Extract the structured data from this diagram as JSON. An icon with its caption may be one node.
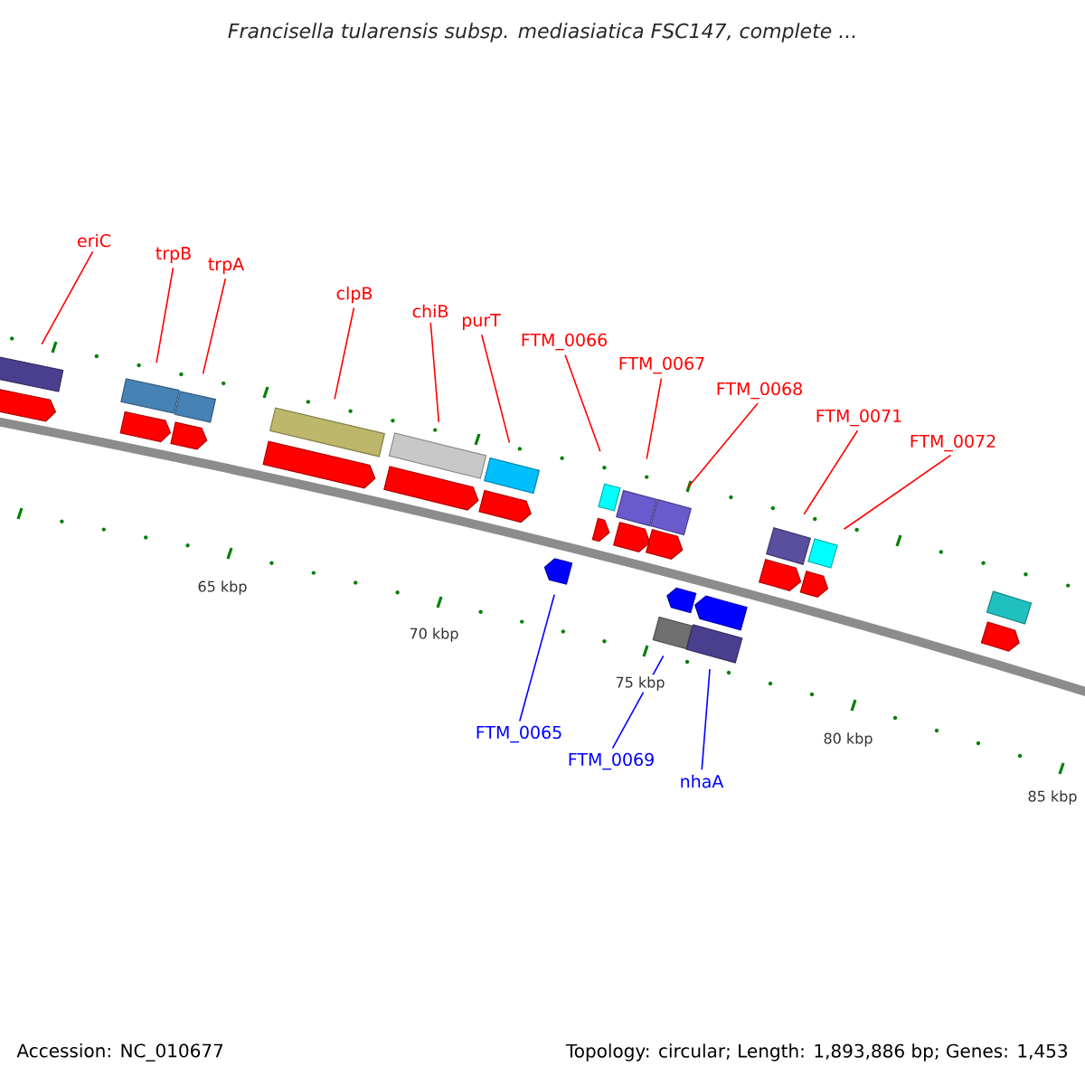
{
  "diagram": {
    "title": "Francisella tularensis subsp. mediasiatica FSC147, complete ...",
    "nodes": [
      {
        "text": [
          "eriC"
        ]
      },
      {
        "text": [
          "trpB"
        ]
      },
      {
        "text": [
          "trpA"
        ]
      },
      {
        "text": [
          "clpB"
        ]
      },
      {
        "text": [
          "chiB"
        ]
      },
      {
        "text": [
          "purT"
        ]
      },
      {
        "text": [
          "FTM_0066"
        ]
      },
      {
        "text": [
          "FTM_0067"
        ]
      },
      {
        "text": [
          "FTM_0068"
        ]
      },
      {
        "text": [
          "FTM_0071"
        ]
      },
      {
        "text": [
          "FTM_0072"
        ]
      },
      {
        "text": [
          "FTM_0065"
        ]
      },
      {
        "text": [
          "FTM_0069"
        ]
      },
      {
        "text": [
          "nhaA"
        ]
      },
      {
        "text": [],
        "shape": "box"
      },
      {
        "text": [],
        "shape": "box"
      },
      {
        "text": [],
        "shape": "box"
      },
      {
        "text": [],
        "shape": "box"
      },
      {
        "text": [],
        "shape": "box"
      },
      {
        "text": [],
        "shape": "box"
      },
      {
        "text": [],
        "shape": "box"
      },
      {
        "text": [],
        "shape": "box"
      },
      {
        "text": [],
        "shape": "box"
      },
      {
        "text": [],
        "shape": "box"
      },
      {
        "text": [],
        "shape": "box"
      },
      {
        "text": [],
        "shape": "pentagon"
      },
      {
        "text": [],
        "shape": "box"
      },
      {
        "text": [],
        "shape": "box"
      },
      {
        "text": [],
        "shape": "pentagon"
      },
      {
        "text": [],
        "shape": "pentagon"
      },
      {
        "text": [],
        "shape": "pentagon"
      },
      {
        "text": [],
        "shape": "pentagon"
      },
      {
        "text": [],
        "shape": "pentagon"
      },
      {
        "text": [],
        "shape": "pentagon"
      },
      {
        "text": [],
        "shape": "pentagon"
      },
      {
        "text": [],
        "shape": "pentagon"
      },
      {
        "text": [],
        "shape": "pentagon"
      },
      {
        "text": [],
        "shape": "pentagon"
      },
      {
        "text": [],
        "shape": "pentagon"
      },
      {
        "text": [],
        "shape": "pentagon"
      },
      {
        "text": [],
        "shape": "pentagon"
      },
      {
        "text": [],
        "shape": "pentagon"
      },
      {
        "text": [],
        "shape": "box"
      }
    ],
    "edges": [
      {
        "from": 0,
        "to": 14,
        "arrow": "none"
      },
      {
        "from": 1,
        "to": 15,
        "arrow": "none"
      },
      {
        "from": 2,
        "to": 16,
        "arrow": "none"
      },
      {
        "from": 3,
        "to": 17,
        "arrow": "none"
      },
      {
        "from": 4,
        "to": 18,
        "arrow": "none"
      },
      {
        "from": 5,
        "to": 19,
        "arrow": "none"
      },
      {
        "from": 6,
        "to": 20,
        "arrow": "none"
      },
      {
        "from": 7,
        "to": 21,
        "arrow": "none"
      },
      {
        "from": 8,
        "to": 22,
        "arrow": "none"
      },
      {
        "from": 9,
        "to": 23,
        "arrow": "none"
      },
      {
        "from": 10,
        "to": 24,
        "arrow": "none"
      },
      {
        "from": 11,
        "to": 25,
        "arrow": "none",
        "color": "#0000ff"
      },
      {
        "from": 12,
        "to": 26,
        "arrow": "none",
        "color": "#0000ff"
      },
      {
        "from": 13,
        "to": 27,
        "arrow": "none",
        "color": "#0000ff"
      }
    ],
    "labels": [
      "65 kbp",
      "70 kbp",
      "75 kbp",
      "80 kbp",
      "85 kbp",
      "Accession: NC_010677",
      "Topology: circular; Length: 1,893,886 bp; Genes: 1,453"
    ]
  }
}
